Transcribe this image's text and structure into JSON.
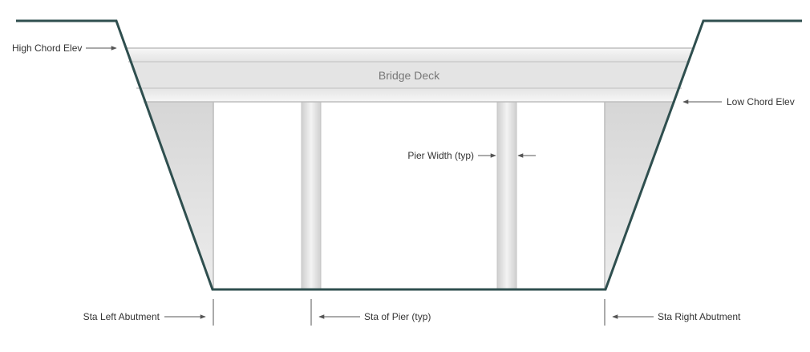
{
  "diagram": {
    "deck_label": "Bridge Deck",
    "labels": {
      "high_chord": "High Chord Elev",
      "low_chord": "Low Chord Elev",
      "pier_width": "Pier Width (typ)",
      "sta_left_abutment": "Sta Left Abutment",
      "sta_pier": "Sta of Pier (typ)",
      "sta_right_abutment": "Sta Right Abutment"
    },
    "colors": {
      "ground_line": "#2f4f4f",
      "deck_fill": "#e6e6e6",
      "deck_edge": "#f4f4f4",
      "abutment_fill": "#dddddd",
      "pier_fill": "#e2e2e2",
      "arrow": "#555555"
    }
  }
}
